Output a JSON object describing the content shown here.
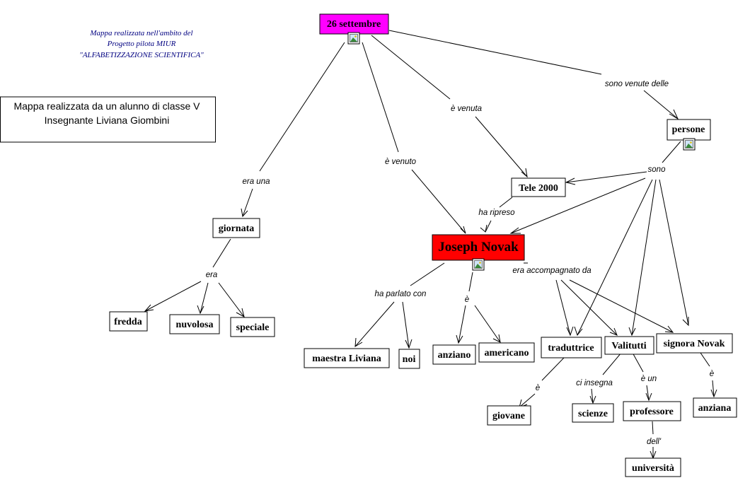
{
  "header_note": {
    "lines": [
      "Mappa realizzata nell'ambito del",
      "Progetto pilota MIUR",
      "\"ALFABETIZZAZIONE SCIENTIFICA\""
    ]
  },
  "info_box": {
    "lines": [
      "Mappa realizzata da un alunno di classe V",
      "Insegnante Liviana Giombini"
    ]
  },
  "colors": {
    "root_fill": "#ff00ff",
    "novak_fill": "#ff0000",
    "box_fill": "#ffffff",
    "note_color": "#000080"
  },
  "icons": [
    "image-icon"
  ],
  "concepts": {
    "settembre": "26 settembre",
    "persone": "persone",
    "tele": "Tele 2000",
    "novak": "Joseph Novak",
    "giornata": "giornata",
    "fredda": "fredda",
    "nuvolosa": "nuvolosa",
    "speciale": "speciale",
    "liviana": "maestra Liviana",
    "noi": "noi",
    "anziano": "anziano",
    "americano": "americano",
    "traduttrice": "traduttrice",
    "valitutti": "Valitutti",
    "signora": "signora Novak",
    "giovane": "giovane",
    "scienze": "scienze",
    "professore": "professore",
    "anziana": "anziana",
    "universita": "università"
  },
  "links": {
    "sono_venute": "sono venute delle",
    "e_venuta": "è venuta",
    "e_venuto": "è venuto",
    "era_una": "era una",
    "sono": "sono",
    "ha_ripreso": "ha ripreso",
    "era": "era",
    "ha_parlato": "ha parlato con",
    "e_novak": "è",
    "accompagnato": "era accompagnato da",
    "e_traduttrice": "è",
    "ci_insegna": "ci insegna",
    "e_un": "è un",
    "e_signora": "è",
    "dell": "dell'"
  }
}
